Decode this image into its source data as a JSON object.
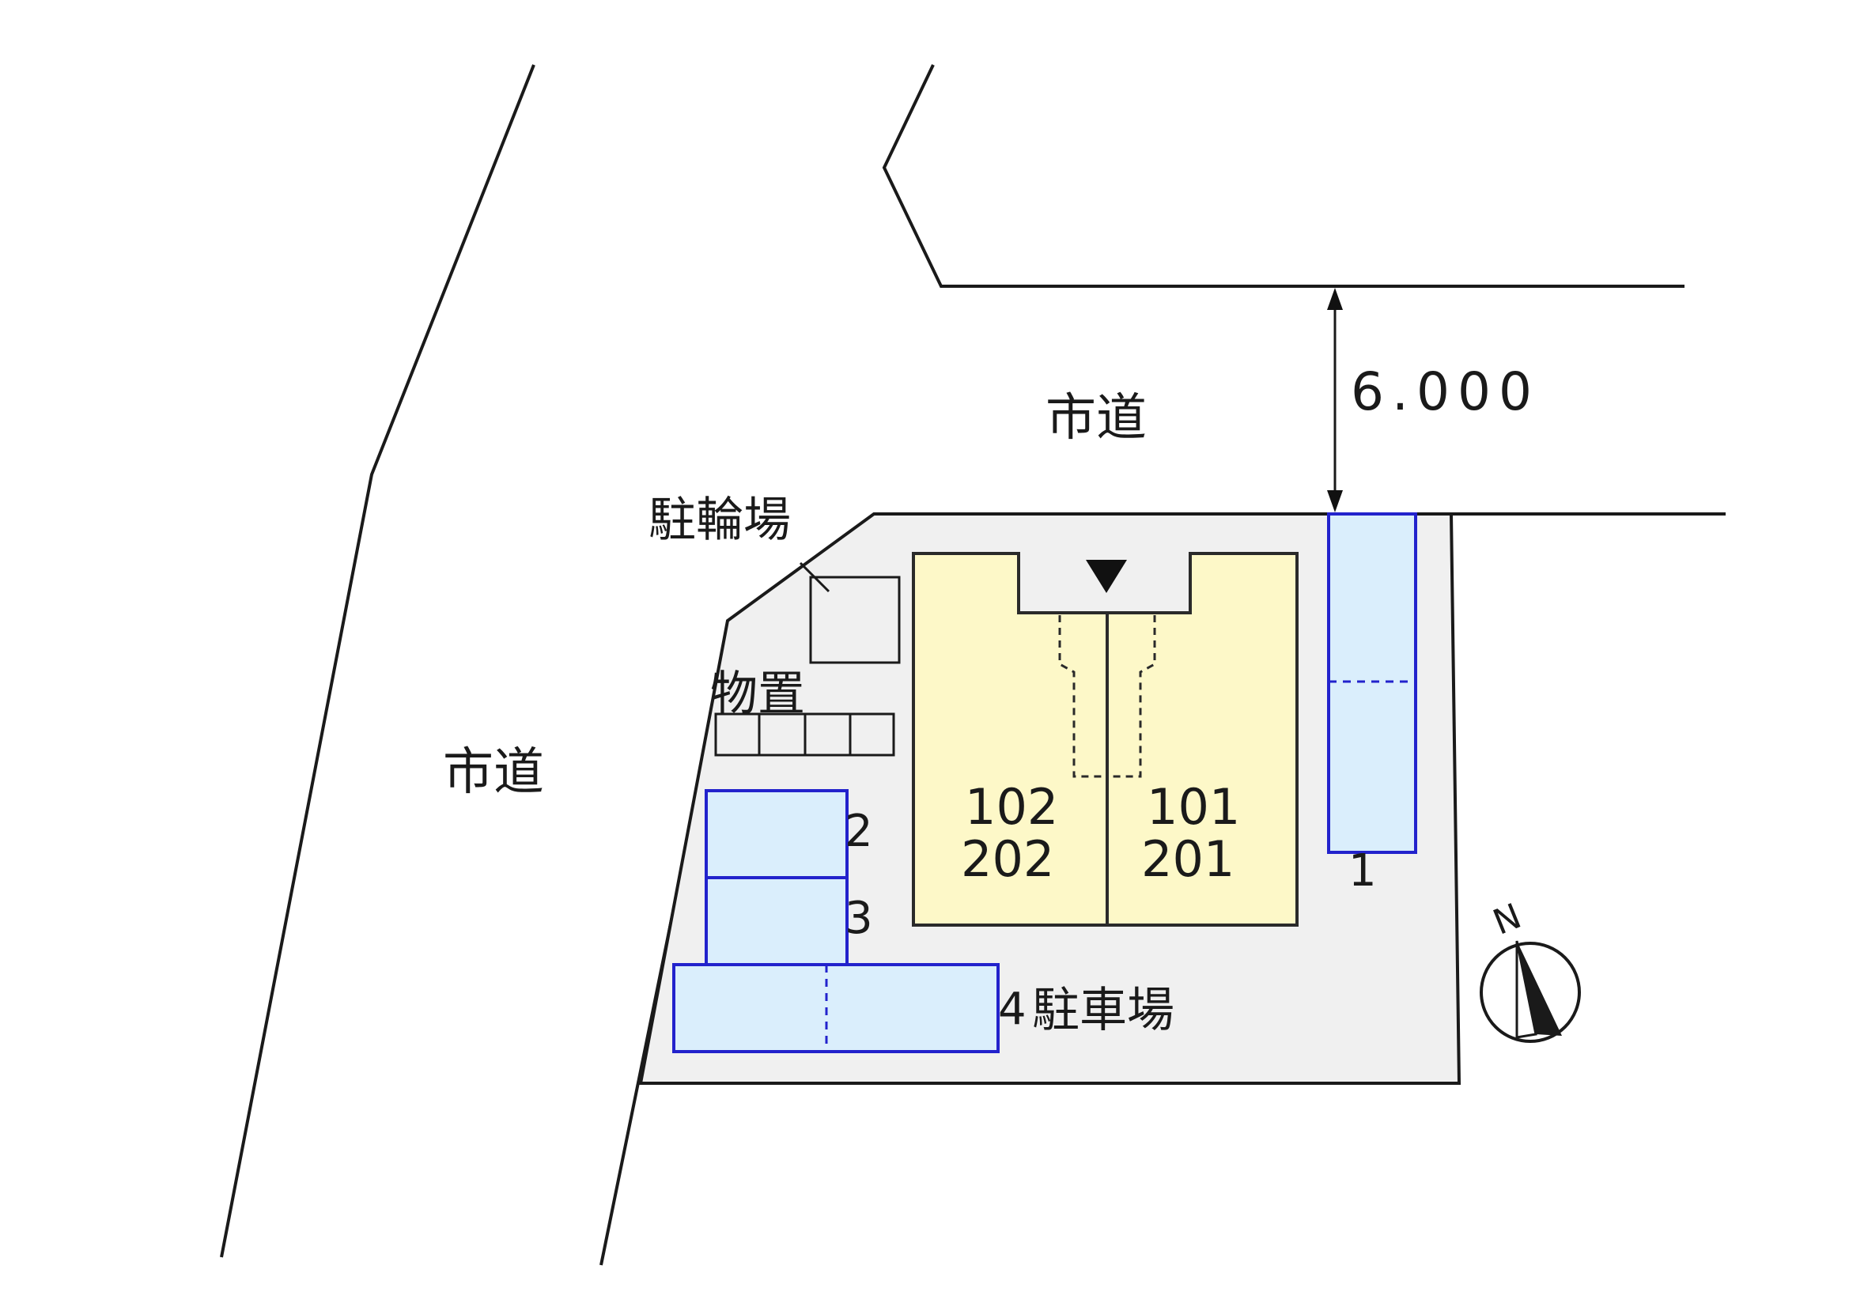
{
  "roads": {
    "north_label": "市道",
    "west_label": "市道",
    "width_dimension": "6.000"
  },
  "bicycle_parking": {
    "label": "駐輪場"
  },
  "storage": {
    "label": "物置"
  },
  "building": {
    "units": [
      {
        "ground": "102",
        "upper": "202"
      },
      {
        "ground": "101",
        "upper": "201"
      }
    ]
  },
  "parking": {
    "label": "駐車場",
    "spaces": [
      "1",
      "2",
      "3",
      "4"
    ]
  },
  "compass": {
    "label": "N"
  },
  "colors": {
    "lot": "#f0f0f0",
    "building": "#fdf8c8",
    "parking_fill": "#daeefc",
    "parking_stroke": "#2222cc",
    "line": "#1a1a1a"
  }
}
